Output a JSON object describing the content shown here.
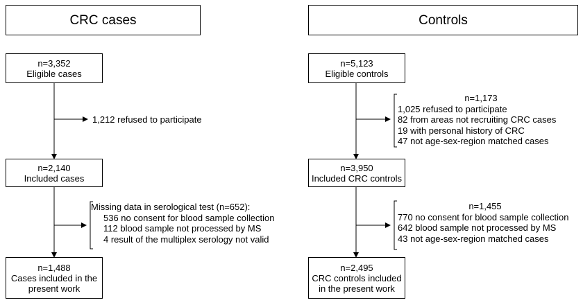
{
  "left": {
    "header": "CRC cases",
    "eligible": {
      "n": "n=3,352",
      "label": "Eligible cases"
    },
    "excl1": {
      "text": "1,212 refused to participate"
    },
    "included": {
      "n": "n=2,140",
      "label": "Included  cases"
    },
    "excl2": {
      "title": "Missing data in serological test (n=652):",
      "items": [
        "536 no consent for blood sample collection",
        "112 blood sample not processed by MS",
        "4 result of the multiplex  serology not valid"
      ]
    },
    "final": {
      "n": "n=1,488",
      "line1": "Cases included  in the",
      "line2": "present work"
    }
  },
  "right": {
    "header": "Controls",
    "eligible": {
      "n": "n=5,123",
      "label": "Eligible controls"
    },
    "excl1": {
      "title": "n=1,173",
      "items": [
        "1,025 refused to participate",
        "82 from areas not recruiting CRC cases",
        "19 with personal history of CRC",
        "47 not age-sex-region matched cases"
      ]
    },
    "included": {
      "n": "n=3,950",
      "label": "Included  CRC controls"
    },
    "excl2": {
      "title": "n=1,455",
      "items": [
        "770 no consent for blood sample collection",
        "642 blood sample not processed by MS",
        "43 not age-sex-region matched cases"
      ]
    },
    "final": {
      "n": "n=2,495",
      "line1": "CRC controls included",
      "line2": "in the present work"
    }
  }
}
